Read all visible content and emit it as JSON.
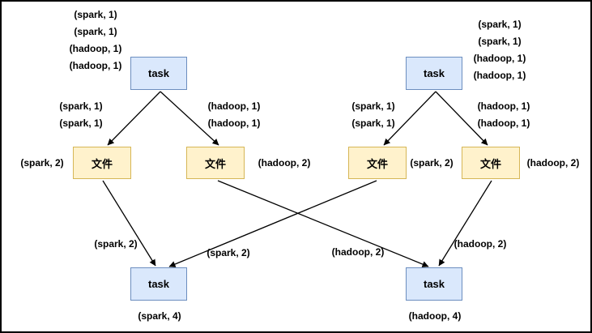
{
  "diagram_title": "word-count shuffle diagram",
  "colors": {
    "task_fill": "#dae8fc",
    "task_border": "#6c8ebf",
    "file_fill": "#fff2cc",
    "file_border": "#d6b656",
    "arrow": "#000000",
    "text": "#000000",
    "canvas_border": "#000000",
    "background": "#ffffff"
  },
  "nodes": {
    "task_top_left": {
      "label": "task"
    },
    "task_top_right": {
      "label": "task"
    },
    "file_1": {
      "label": "文件"
    },
    "file_2": {
      "label": "文件"
    },
    "file_3": {
      "label": "文件"
    },
    "file_4": {
      "label": "文件"
    },
    "task_bottom_left": {
      "label": "task"
    },
    "task_bottom_right": {
      "label": "task"
    }
  },
  "stacks": {
    "top_left": [
      "(spark, 1)",
      "(spark, 1)",
      "(hadoop, 1)",
      "(hadoop, 1)"
    ],
    "top_right": [
      "(spark, 1)",
      "(spark, 1)",
      "(hadoop, 1)",
      "(hadoop, 1)"
    ]
  },
  "edge_labels": {
    "task_tl_to_file_1": [
      "(spark, 1)",
      "(spark, 1)"
    ],
    "task_tl_to_file_2": [
      "(hadoop, 1)",
      "(hadoop, 1)"
    ],
    "task_tr_to_file_3": [
      "(spark, 1)",
      "(spark, 1)"
    ],
    "task_tr_to_file_4": [
      "(hadoop, 1)",
      "(hadoop, 1)"
    ],
    "file_1_to_task_bl": "(spark, 2)",
    "file_3_to_task_bl": "(spark, 2)",
    "file_2_to_task_br": "(hadoop, 2)",
    "file_4_to_task_br": "(hadoop, 2)"
  },
  "side_labels": {
    "file_1": "(spark, 2)",
    "file_2": "(hadoop, 2)",
    "file_3": "(spark, 2)",
    "file_4": "(hadoop, 2)"
  },
  "results": {
    "left": "(spark, 4)",
    "right": "(hadoop, 4)"
  }
}
